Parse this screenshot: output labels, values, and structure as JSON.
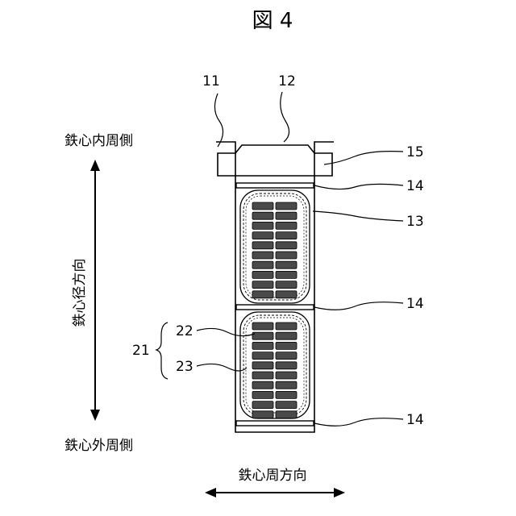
{
  "figure": {
    "title": "図 4"
  },
  "labels": {
    "ref_11": "11",
    "ref_12": "12",
    "ref_13": "13",
    "ref_14_top": "14",
    "ref_14_mid": "14",
    "ref_14_bottom": "14",
    "ref_15": "15",
    "ref_21": "21",
    "ref_22": "22",
    "ref_23": "23"
  },
  "directions": {
    "inner_side": "鉄心内周側",
    "outer_side": "鉄心外周側",
    "radial": "鉄心径方向",
    "circumferential": "鉄心周方向"
  },
  "coils": {
    "rows_per_coil": 10,
    "columns_per_coil": 2
  }
}
